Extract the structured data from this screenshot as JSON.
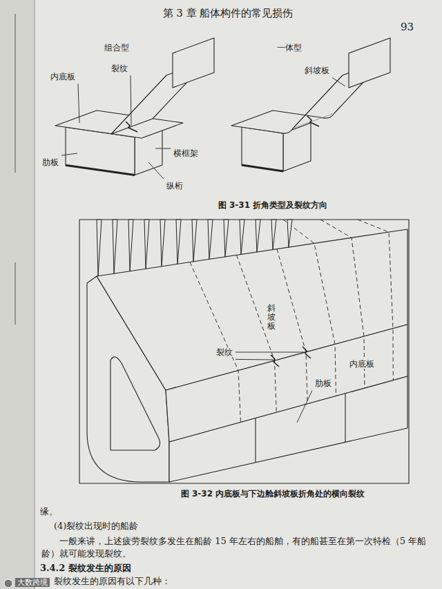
{
  "diagram": {
    "title": "第 3 章 船体构件的常见损伤",
    "labels": [
      "93",
      "组合型",
      "内底板",
      "裂纹",
      "肋板",
      "横框架",
      "纵桁",
      "一体型",
      "斜坡板",
      "图 3-31 折角类型及裂纹方向",
      "斜坡板",
      "裂纹",
      "肋板",
      "内底板",
      "图 3-32 内底板与下边舱斜坡板折角处的横向裂纹",
      "缘。",
      "(4)裂纹出现时的船龄",
      "一般来讲，上述疲劳裂纹多发生在船龄 15 年左右的船舶，有的船甚至在第一次特检（5 年船龄）就可能发现裂纹。",
      "3.4.2 裂纹发生的原因",
      "裂纹发生的原因有以下几种：",
      "大数跨境"
    ]
  }
}
